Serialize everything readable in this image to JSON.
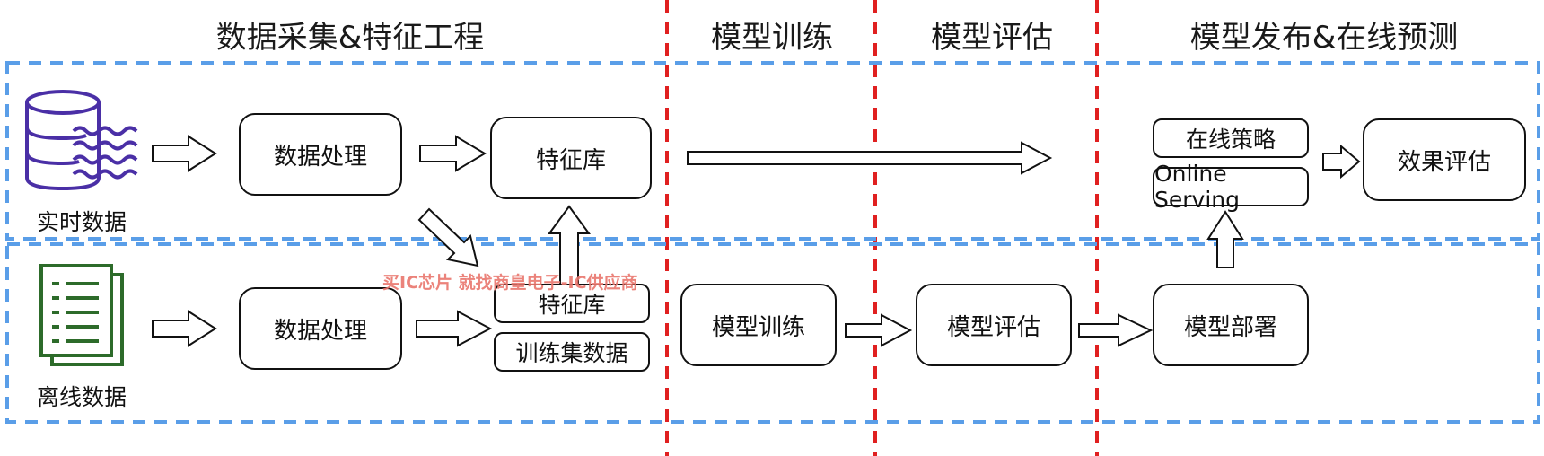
{
  "stages": {
    "data_collection": "数据采集&特征工程",
    "model_training": "模型训练",
    "model_evaluation": "模型评估",
    "model_release": "模型发布&在线预测"
  },
  "realtime": {
    "source_label": "实时数据",
    "processing": "数据处理",
    "feature_store": "特征库"
  },
  "offline": {
    "source_label": "离线数据",
    "processing": "数据处理",
    "feature_store": "特征库",
    "training_set": "训练集数据",
    "training": "模型训练",
    "evaluation": "模型评估",
    "deployment": "模型部署"
  },
  "online": {
    "strategy": "在线策略",
    "serving": "Online Serving",
    "effect_eval": "效果评估"
  },
  "watermark": "买IC芯片 就找商皇电子-IC供应商",
  "colors": {
    "dashed_blue": "#5a9ee8",
    "dashed_red": "#e02020",
    "icon_purple": "#4a2fa6",
    "icon_green": "#2d6b2a"
  }
}
